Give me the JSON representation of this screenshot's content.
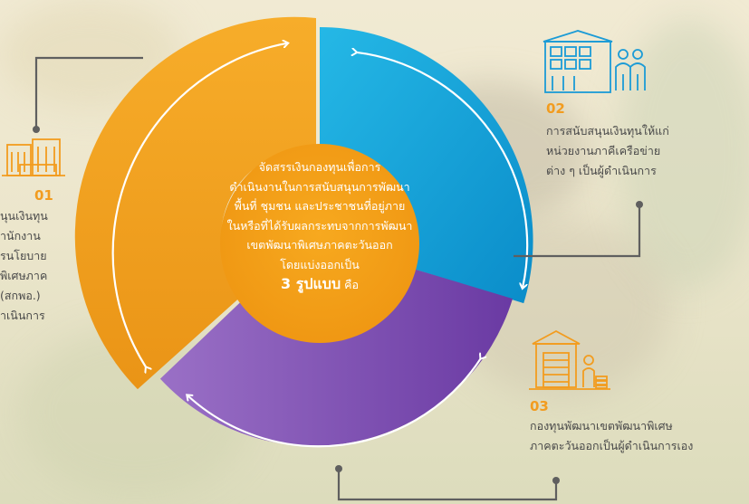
{
  "center": {
    "lines": [
      "จัดสรรเงินกองทุนเพื่อการ",
      "ดำเนินงานในการสนับสนุนการพัฒนา",
      "พื้นที่  ชุมชน และประชาชนที่อยู่ภาย",
      "ในหรือที่ได้รับผลกระทบจากการพัฒนา",
      "เขตพัฒนาพิเศษภาคตะวันออก",
      "โดยแบ่งออกเป็น"
    ],
    "emphasis": "3 รูปแบบ",
    "suffix": "คือ"
  },
  "item1": {
    "number": "01",
    "lines": [
      "นุนเงินทุน",
      "ำนักงาน",
      "รนโยบาย",
      "พิเศษภาค",
      "(สกพอ.)",
      "ำเนินการ"
    ],
    "icon": "office-buildings-icon"
  },
  "item2": {
    "number": "02",
    "lines": [
      "การสนับสนุนเงินทุนให้แก่",
      "หน่วยงานภาคีเครือข่าย",
      "ต่าง ๆ เป็นผู้ดำเนินการ"
    ],
    "icon": "network-agency-icon"
  },
  "item3": {
    "number": "03",
    "lines": [
      "กองทุนพัฒนาเขตพัฒนาพิเศษ",
      "ภาคตะวันออกเป็นผู้ดำเนินการเอง"
    ],
    "icon": "fund-bank-icon"
  },
  "colors": {
    "orange": "#f2a21e",
    "blue": "#1ba7d9",
    "purple": "#7d4fb0",
    "center": "#f39e18",
    "accent_number": "#f29c1f",
    "connector": "#5f5f5f",
    "text": "#4a4a4a"
  }
}
